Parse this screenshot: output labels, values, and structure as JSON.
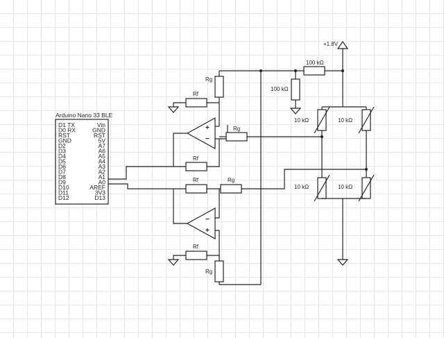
{
  "board": {
    "title": "Arduino Nano 33 BLE",
    "left_pins": [
      "D1 TX",
      "D0 RX",
      "RST",
      "GND",
      "D2",
      "D3",
      "D4",
      "D5",
      "D6",
      "D7",
      "D8",
      "D9",
      "D10",
      "D11",
      "D12"
    ],
    "right_pins": [
      "Vin",
      "GND",
      "RST",
      "5V",
      "A7",
      "A6",
      "A5",
      "A4",
      "A3",
      "A2",
      "A1",
      "A0",
      "AREF",
      "3V3",
      "D13"
    ]
  },
  "labels": {
    "supply": "+1.8V",
    "r_top_right": "100 kΩ",
    "r_top_vertical": "100 kΩ",
    "rg": "Rg",
    "rf": "Rf",
    "bridge_resistor": "10 kΩ"
  },
  "opamp": {
    "plus": "+",
    "minus": "−"
  }
}
